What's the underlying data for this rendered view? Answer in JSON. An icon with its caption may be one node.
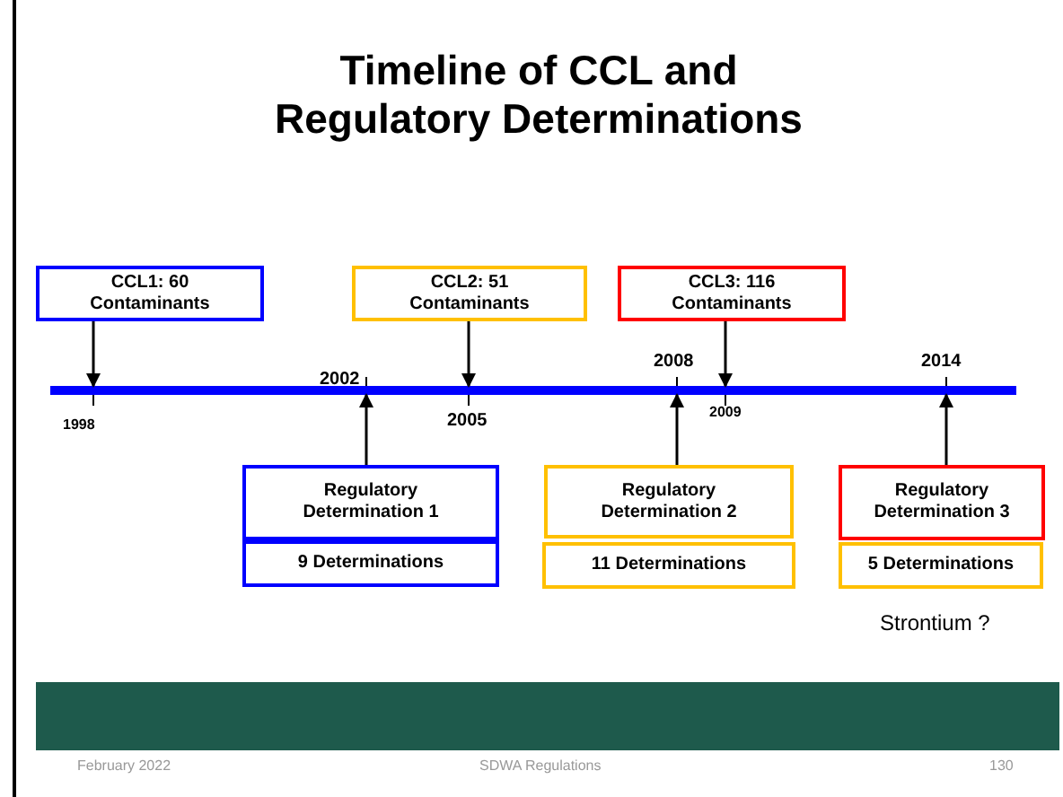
{
  "diagram": {
    "title": "Timeline of CCL and Regulatory Determinations",
    "nodes": [
      {
        "text": [
          "CCL1: 60 Contaminants"
        ]
      },
      {
        "text": [
          "CCL2: 51 Contaminants"
        ]
      },
      {
        "text": [
          "CCL3: 116 Contaminants"
        ]
      },
      {
        "text": [],
        "shape": "bar"
      },
      {
        "text": [
          "Regulatory Determination 1"
        ]
      },
      {
        "text": [
          "9 Determinations"
        ]
      },
      {
        "text": [
          "Regulatory Determination 2"
        ]
      },
      {
        "text": [
          "11 Determinations"
        ]
      },
      {
        "text": [
          "Regulatory Determination 3"
        ]
      },
      {
        "text": [
          "5 Determinations"
        ]
      }
    ],
    "edges": [
      {
        "from": 0,
        "to": 3,
        "arrow": "to"
      },
      {
        "from": 1,
        "to": 3,
        "arrow": "to"
      },
      {
        "from": 2,
        "to": 3,
        "arrow": "to"
      },
      {
        "from": 4,
        "to": 3,
        "arrow": "to"
      },
      {
        "from": 6,
        "to": 3,
        "arrow": "to"
      },
      {
        "from": 8,
        "to": 3,
        "arrow": "to"
      }
    ],
    "labels": [
      "2008",
      "2014",
      "2002",
      "1998",
      "2005",
      "2009",
      "Strontium ?",
      "February 2022",
      "SDWA Regulations",
      "130"
    ]
  }
}
